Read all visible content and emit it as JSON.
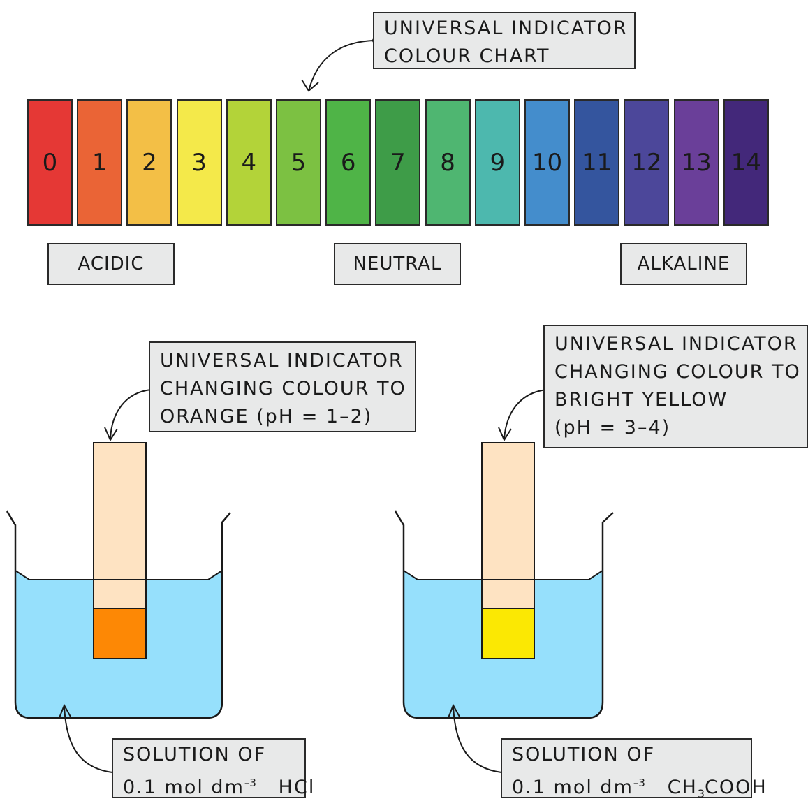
{
  "chart_callout": {
    "lines": [
      "UNIVERSAL  INDICATOR",
      "COLOUR  CHART"
    ]
  },
  "scale": [
    {
      "label": "0",
      "color": "#e53835"
    },
    {
      "label": "1",
      "color": "#ea6436"
    },
    {
      "label": "2",
      "color": "#f3bf46"
    },
    {
      "label": "3",
      "color": "#f4e94a"
    },
    {
      "label": "4",
      "color": "#b3d339"
    },
    {
      "label": "5",
      "color": "#7cc142"
    },
    {
      "label": "6",
      "color": "#4fb447"
    },
    {
      "label": "7",
      "color": "#3e9c48"
    },
    {
      "label": "8",
      "color": "#4fb671"
    },
    {
      "label": "9",
      "color": "#4db8ae"
    },
    {
      "label": "10",
      "color": "#448dcc"
    },
    {
      "label": "11",
      "color": "#34559e"
    },
    {
      "label": "12",
      "color": "#4c479a"
    },
    {
      "label": "13",
      "color": "#6a3f99"
    },
    {
      "label": "14",
      "color": "#43287a"
    }
  ],
  "categories": {
    "acidic": "ACIDIC",
    "neutral": "NEUTRAL",
    "alkaline": "ALKALINE"
  },
  "left_beaker": {
    "indicator_callout": [
      "UNIVERSAL  INDICATOR",
      "CHANGING  COLOUR  TO",
      "ORANGE    (pH = 1–2)"
    ],
    "solution_line1": "SOLUTION  OF",
    "solution_amount": "0.1  mol dm",
    "solution_exponent": "–3",
    "solution_formula": "HCl",
    "paper_color": "#fee3c2",
    "wet_color": "#fd8805"
  },
  "right_beaker": {
    "indicator_callout": [
      "UNIVERSAL  INDICATOR",
      "CHANGING  COLOUR  TO",
      "BRIGHT  YELLOW",
      "(pH = 3–4)"
    ],
    "solution_line1": "SOLUTION  OF",
    "solution_amount": "0.1  mol dm",
    "solution_exponent": "–3",
    "solution_formula_pre": "CH",
    "solution_formula_sub": "3",
    "solution_formula_post": "COOH",
    "paper_color": "#fee3c2",
    "wet_color": "#fbe803"
  },
  "liquid_color": "#96e0fc"
}
